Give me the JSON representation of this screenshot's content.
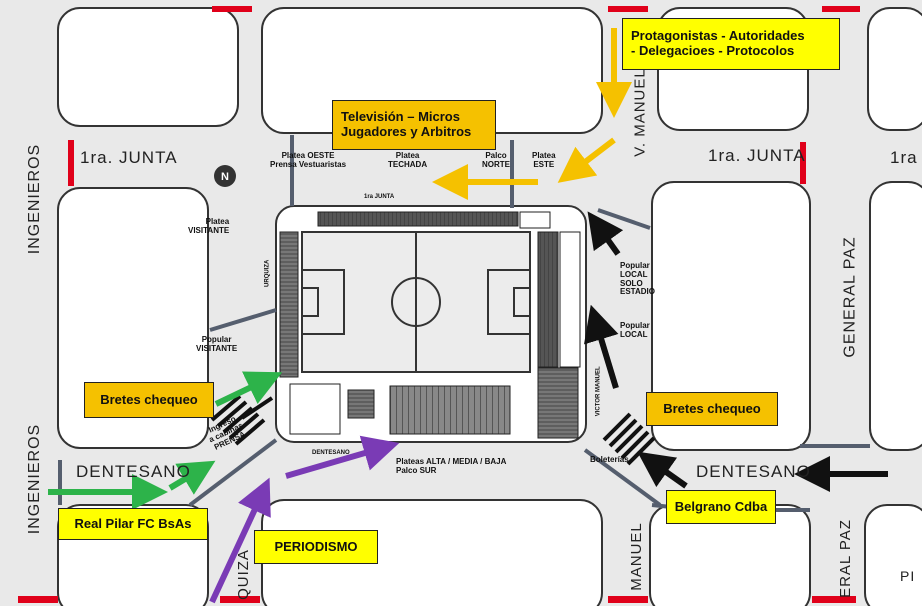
{
  "streets": {
    "top_left": "1ra. JUNTA",
    "top_right": "1ra. JUNTA",
    "top_far_right": "1ra",
    "left_top": "INGENIEROS",
    "left_bottom": "INGENIEROS",
    "bottom_left": "DENTESANO",
    "bottom_right": "DENTESANO",
    "right": "GENERAL PAZ",
    "right_bottom": "ERAL PAZ",
    "vertical_top": "V. MANUEL",
    "vertical_bottom": "MANUEL",
    "bottom_center": "QUIZA",
    "bottom_far_right": "PI"
  },
  "stadium_labels": {
    "platea_oeste": "Platea OESTE\nPrensa Vestuaristas",
    "platea_techada": "Platea\nTECHADA",
    "palco_norte": "Palco\nNORTE",
    "platea_este": "Platea\nESTE",
    "platea_visitante": "Platea\nVISITANTE",
    "popular_visitante": "Popular\nVISITANTE",
    "popular_local_solo": "Popular\nLOCAL\nSOLO\nESTADIO",
    "popular_local": "Popular\nLOCAL",
    "ingreso_cabinas": "Ingreso\na cabinas\nPRENSA",
    "plateas_alta": "Plateas ALTA / MEDIA / BAJA\nPalco SUR",
    "boleterias": "Boleterías",
    "side_uriarte": "URQUIZA",
    "side_victor": "VICTOR MANUEL",
    "side_1ra_junta": "1ra JUNTA",
    "side_dentesano": "DENTESANO"
  },
  "callouts": {
    "protagonistas": [
      "Protagonistas  - Autoridades",
      "- Delegacioes - Protocolos"
    ],
    "television": [
      "Televisión – Micros",
      "Jugadores y Arbitros"
    ],
    "bretes_left": "Bretes chequeo",
    "bretes_right": "Bretes chequeo",
    "real_pilar": "Real Pilar FC BsAs",
    "belgrano": "Belgrano Cdba",
    "periodismo": "PERIODISMO"
  },
  "colors": {
    "green_arrow": "#2db34a",
    "purple_arrow": "#7a3bb5",
    "black_arrow": "#111111",
    "orange_arrow": "#f5c100",
    "red_marker": "#e0001a",
    "callout_yellow": "#ffff00",
    "callout_orange": "#f5c100"
  },
  "icons": {
    "north": "north-compass-icon"
  }
}
